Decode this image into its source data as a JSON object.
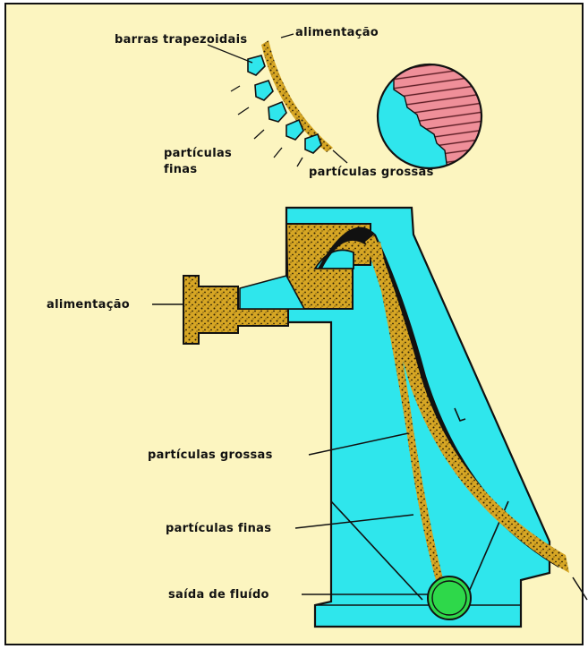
{
  "colors": {
    "background": "#fcf5c0",
    "frame": "#111111",
    "machine": "#2fe6ec",
    "machine_dark": "#1fc8d0",
    "feed_material": "#d6a624",
    "particle_dark": "#2a1f05",
    "zoom_bars": "#ef8f99",
    "outlet": "#2ed84a"
  },
  "top_detail": {
    "label_bars": "barras trapezoidais",
    "label_feed": "alimentação",
    "label_fine": "partículas\nfinas",
    "label_fine_line1": "partículas",
    "label_fine_line2": "finas",
    "label_coarse": "partículas grossas"
  },
  "main": {
    "label_feed": "alimentação",
    "label_coarse": "partículas grossas",
    "label_fine": "partículas finas",
    "label_outlet": "saída de fluído"
  }
}
